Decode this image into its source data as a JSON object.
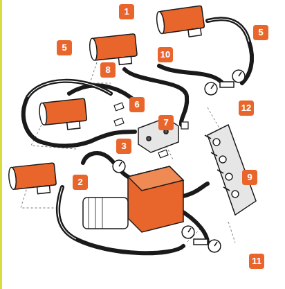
{
  "diagram": {
    "labels": [
      "1",
      "5",
      "5",
      "10",
      "8",
      "6",
      "7",
      "3",
      "12",
      "9",
      "2",
      "11"
    ]
  }
}
